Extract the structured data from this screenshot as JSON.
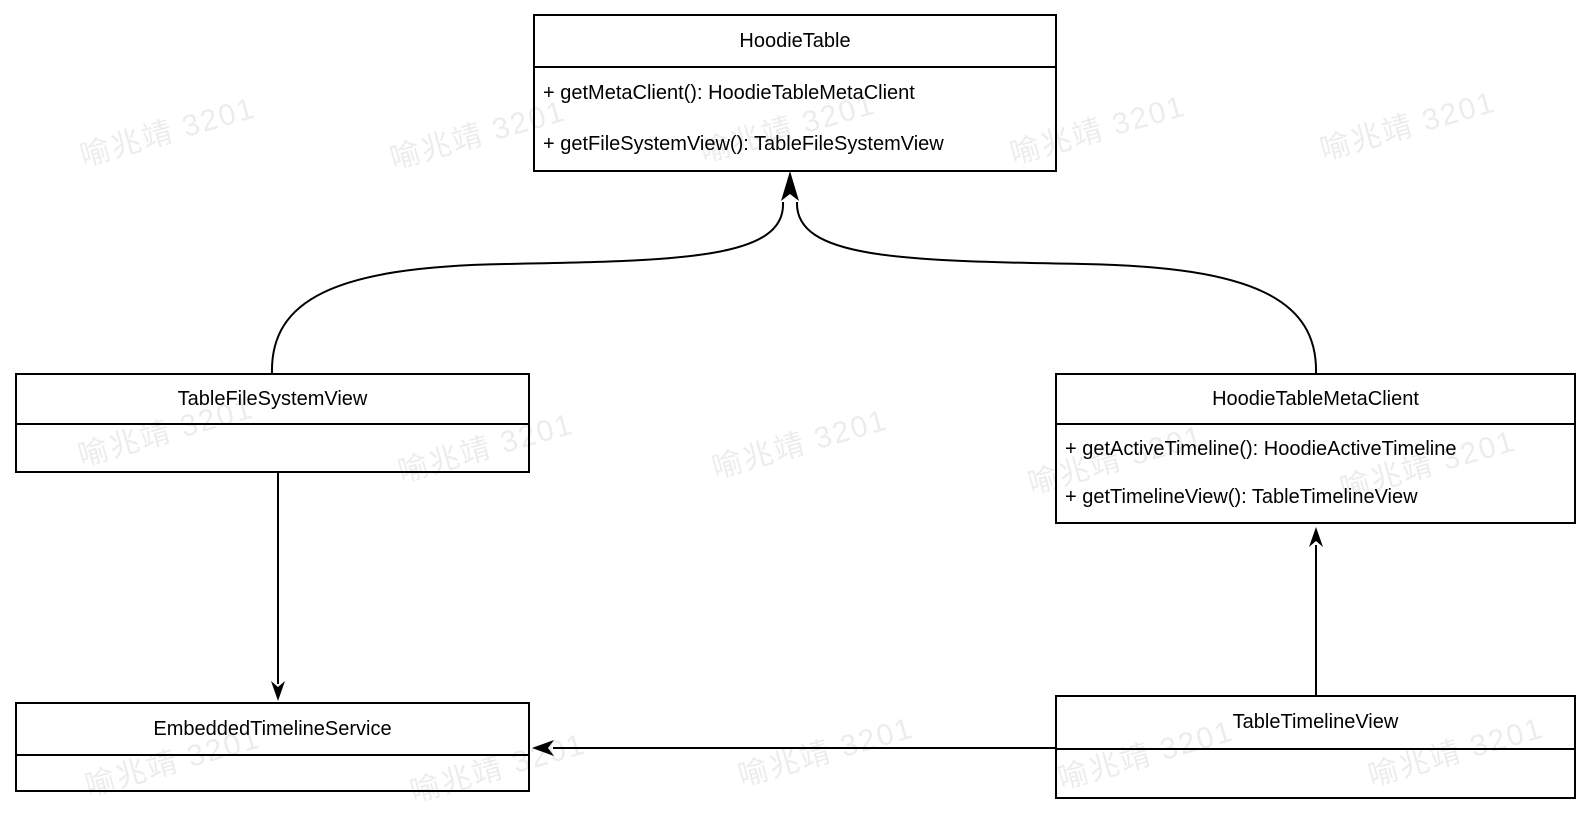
{
  "diagram": {
    "type": "uml-class-diagram",
    "watermark_text": "喻兆靖 3201",
    "classes": [
      {
        "name": "HoodieTable",
        "methods": [
          "+ getMetaClient(): HoodieTableMetaClient",
          "+ getFileSystemView(): TableFileSystemView"
        ]
      },
      {
        "name": "TableFileSystemView",
        "methods": []
      },
      {
        "name": "HoodieTableMetaClient",
        "methods": [
          "+ getActiveTimeline(): HoodieActiveTimeline",
          "+ getTimelineView(): TableTimelineView"
        ]
      },
      {
        "name": "EmbeddedTimelineService",
        "methods": []
      },
      {
        "name": "TableTimelineView",
        "methods": []
      }
    ],
    "relations": [
      {
        "from": "TableFileSystemView",
        "to": "HoodieTable",
        "style": "curved-arrow"
      },
      {
        "from": "HoodieTableMetaClient",
        "to": "HoodieTable",
        "style": "curved-arrow"
      },
      {
        "from": "TableFileSystemView",
        "to": "EmbeddedTimelineService",
        "style": "straight-arrow-down"
      },
      {
        "from": "TableTimelineView",
        "to": "EmbeddedTimelineService",
        "style": "straight-arrow-left"
      },
      {
        "from": "TableTimelineView",
        "to": "HoodieTableMetaClient",
        "style": "straight-arrow-up"
      }
    ],
    "colors": {
      "stroke": "#000000",
      "background": "#ffffff",
      "watermark": "rgba(0,0,0,0.075)"
    }
  }
}
